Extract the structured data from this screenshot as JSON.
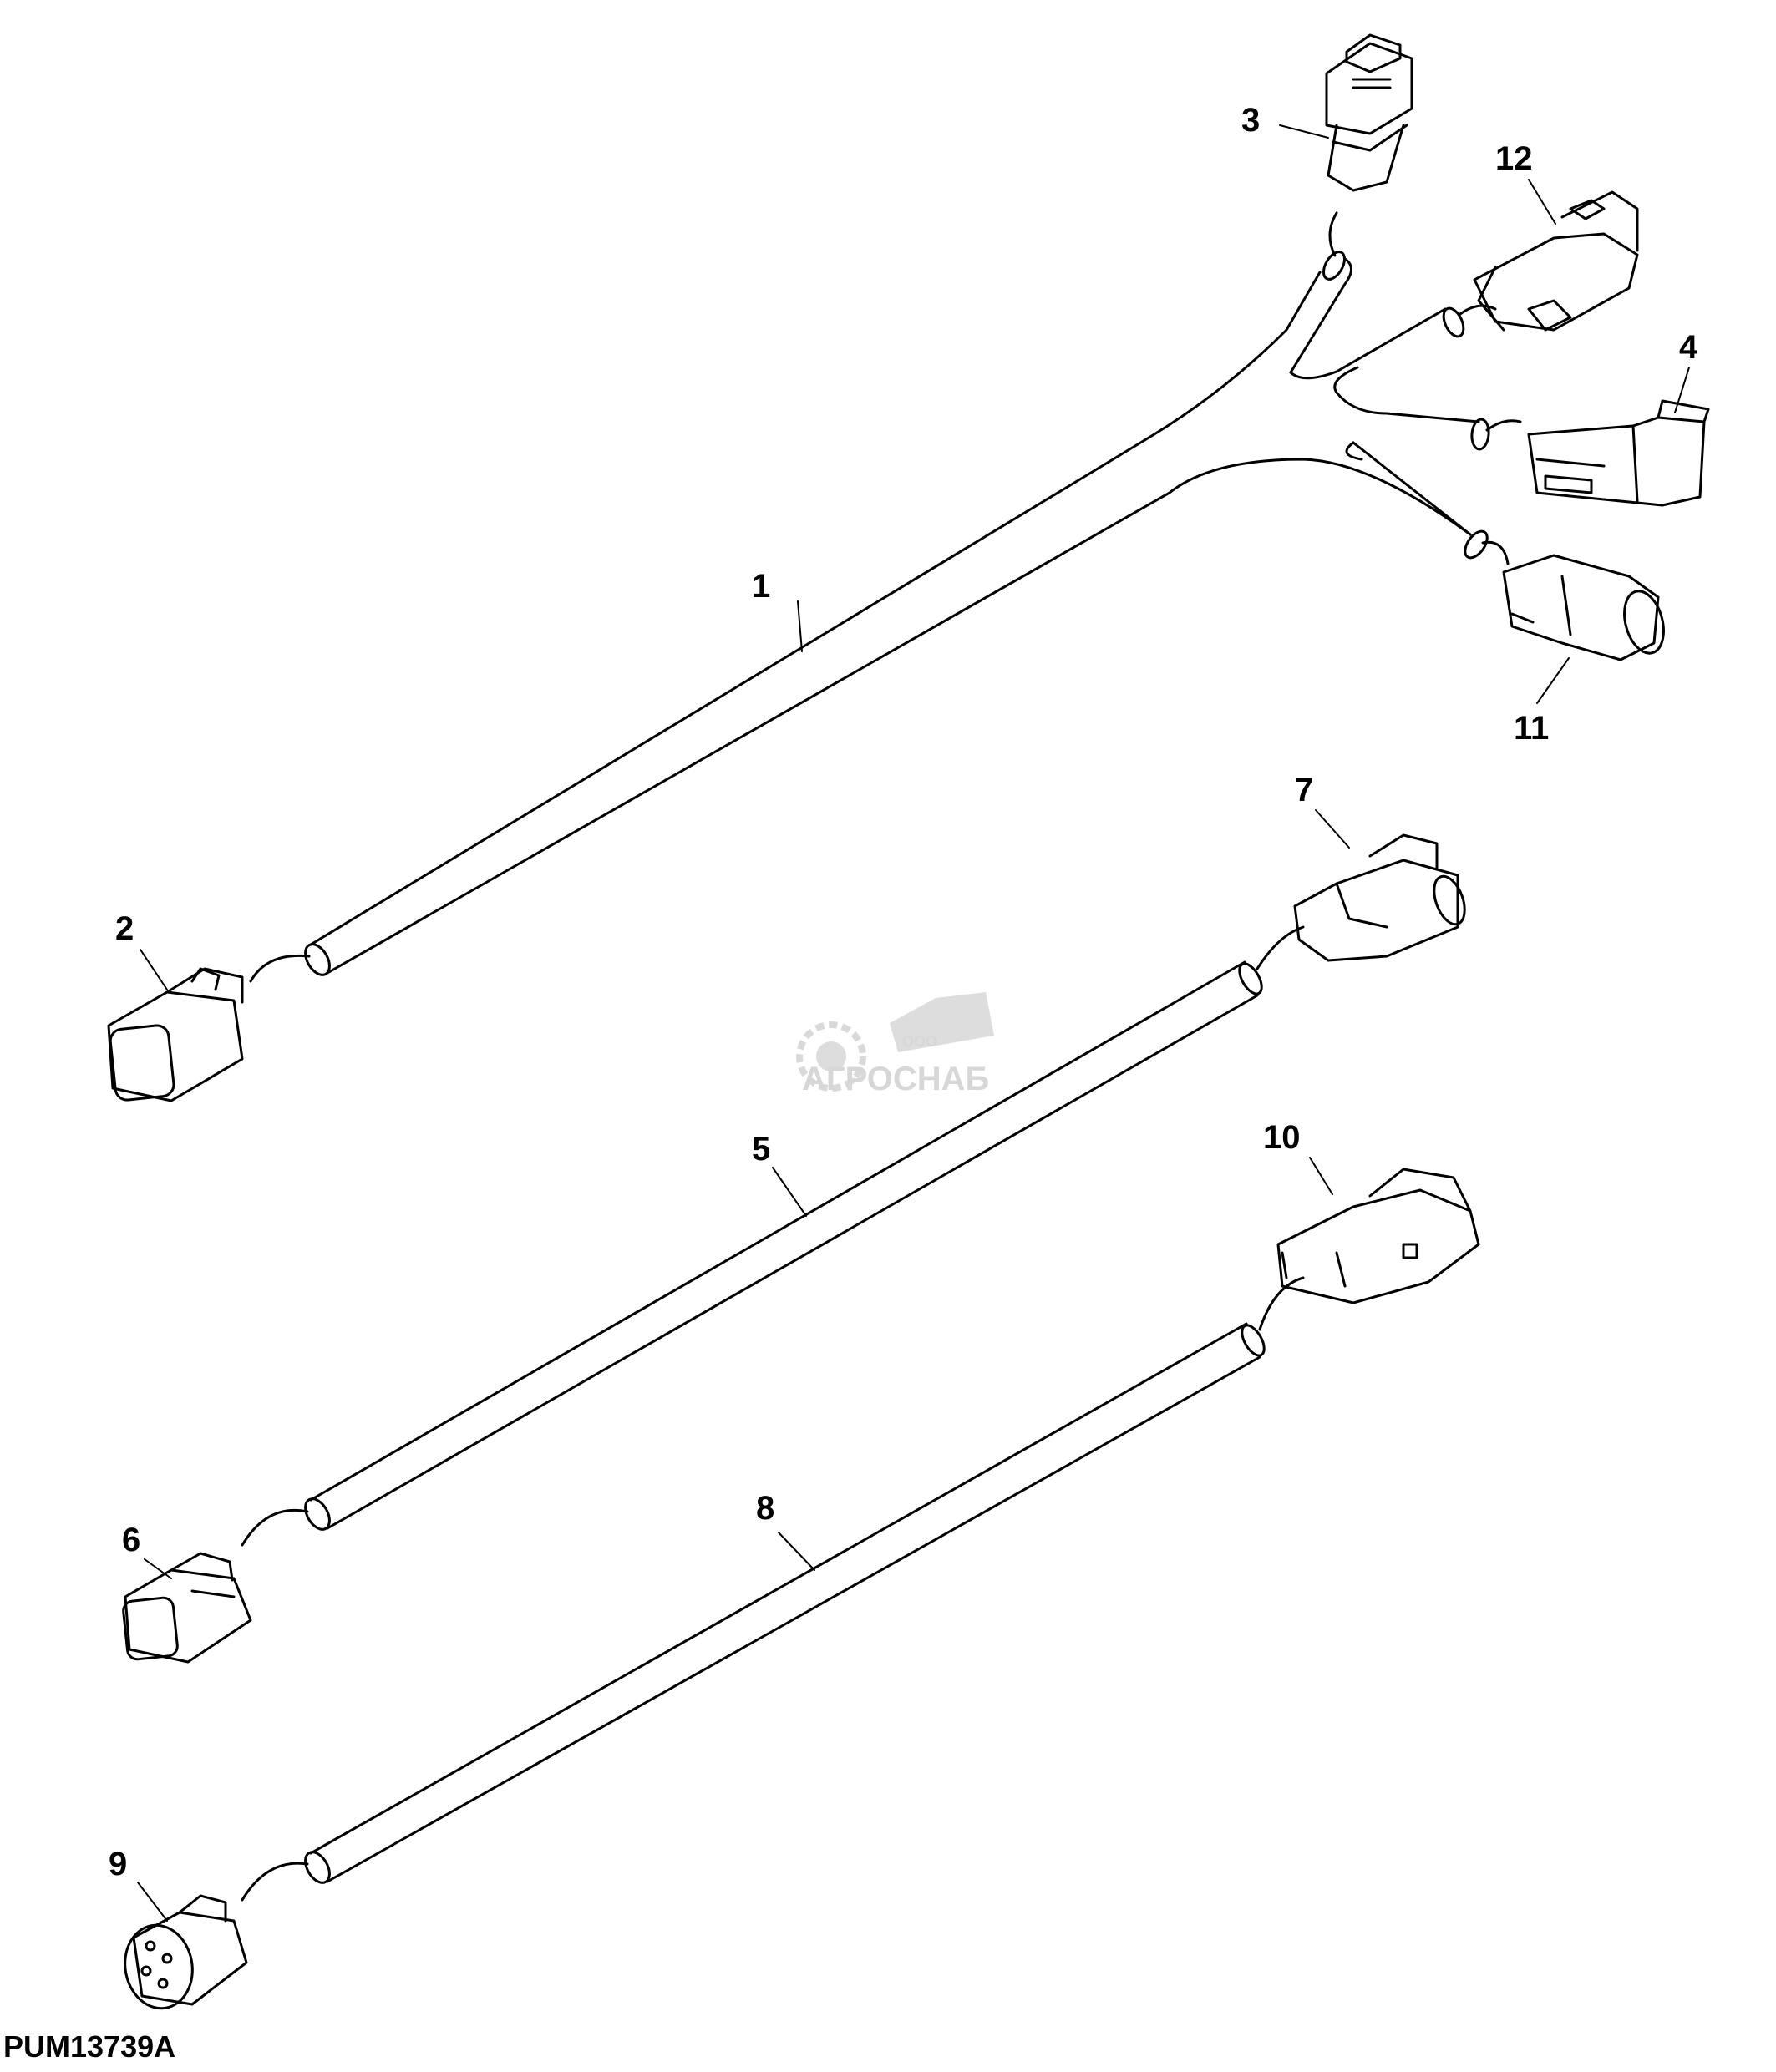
{
  "figure_id": "PUM13739A",
  "watermark": {
    "prefix": "ООО",
    "name": "АГРОСНАБ"
  },
  "callouts": [
    "1",
    "2",
    "3",
    "4",
    "5",
    "6",
    "7",
    "8",
    "9",
    "10",
    "11",
    "12"
  ]
}
